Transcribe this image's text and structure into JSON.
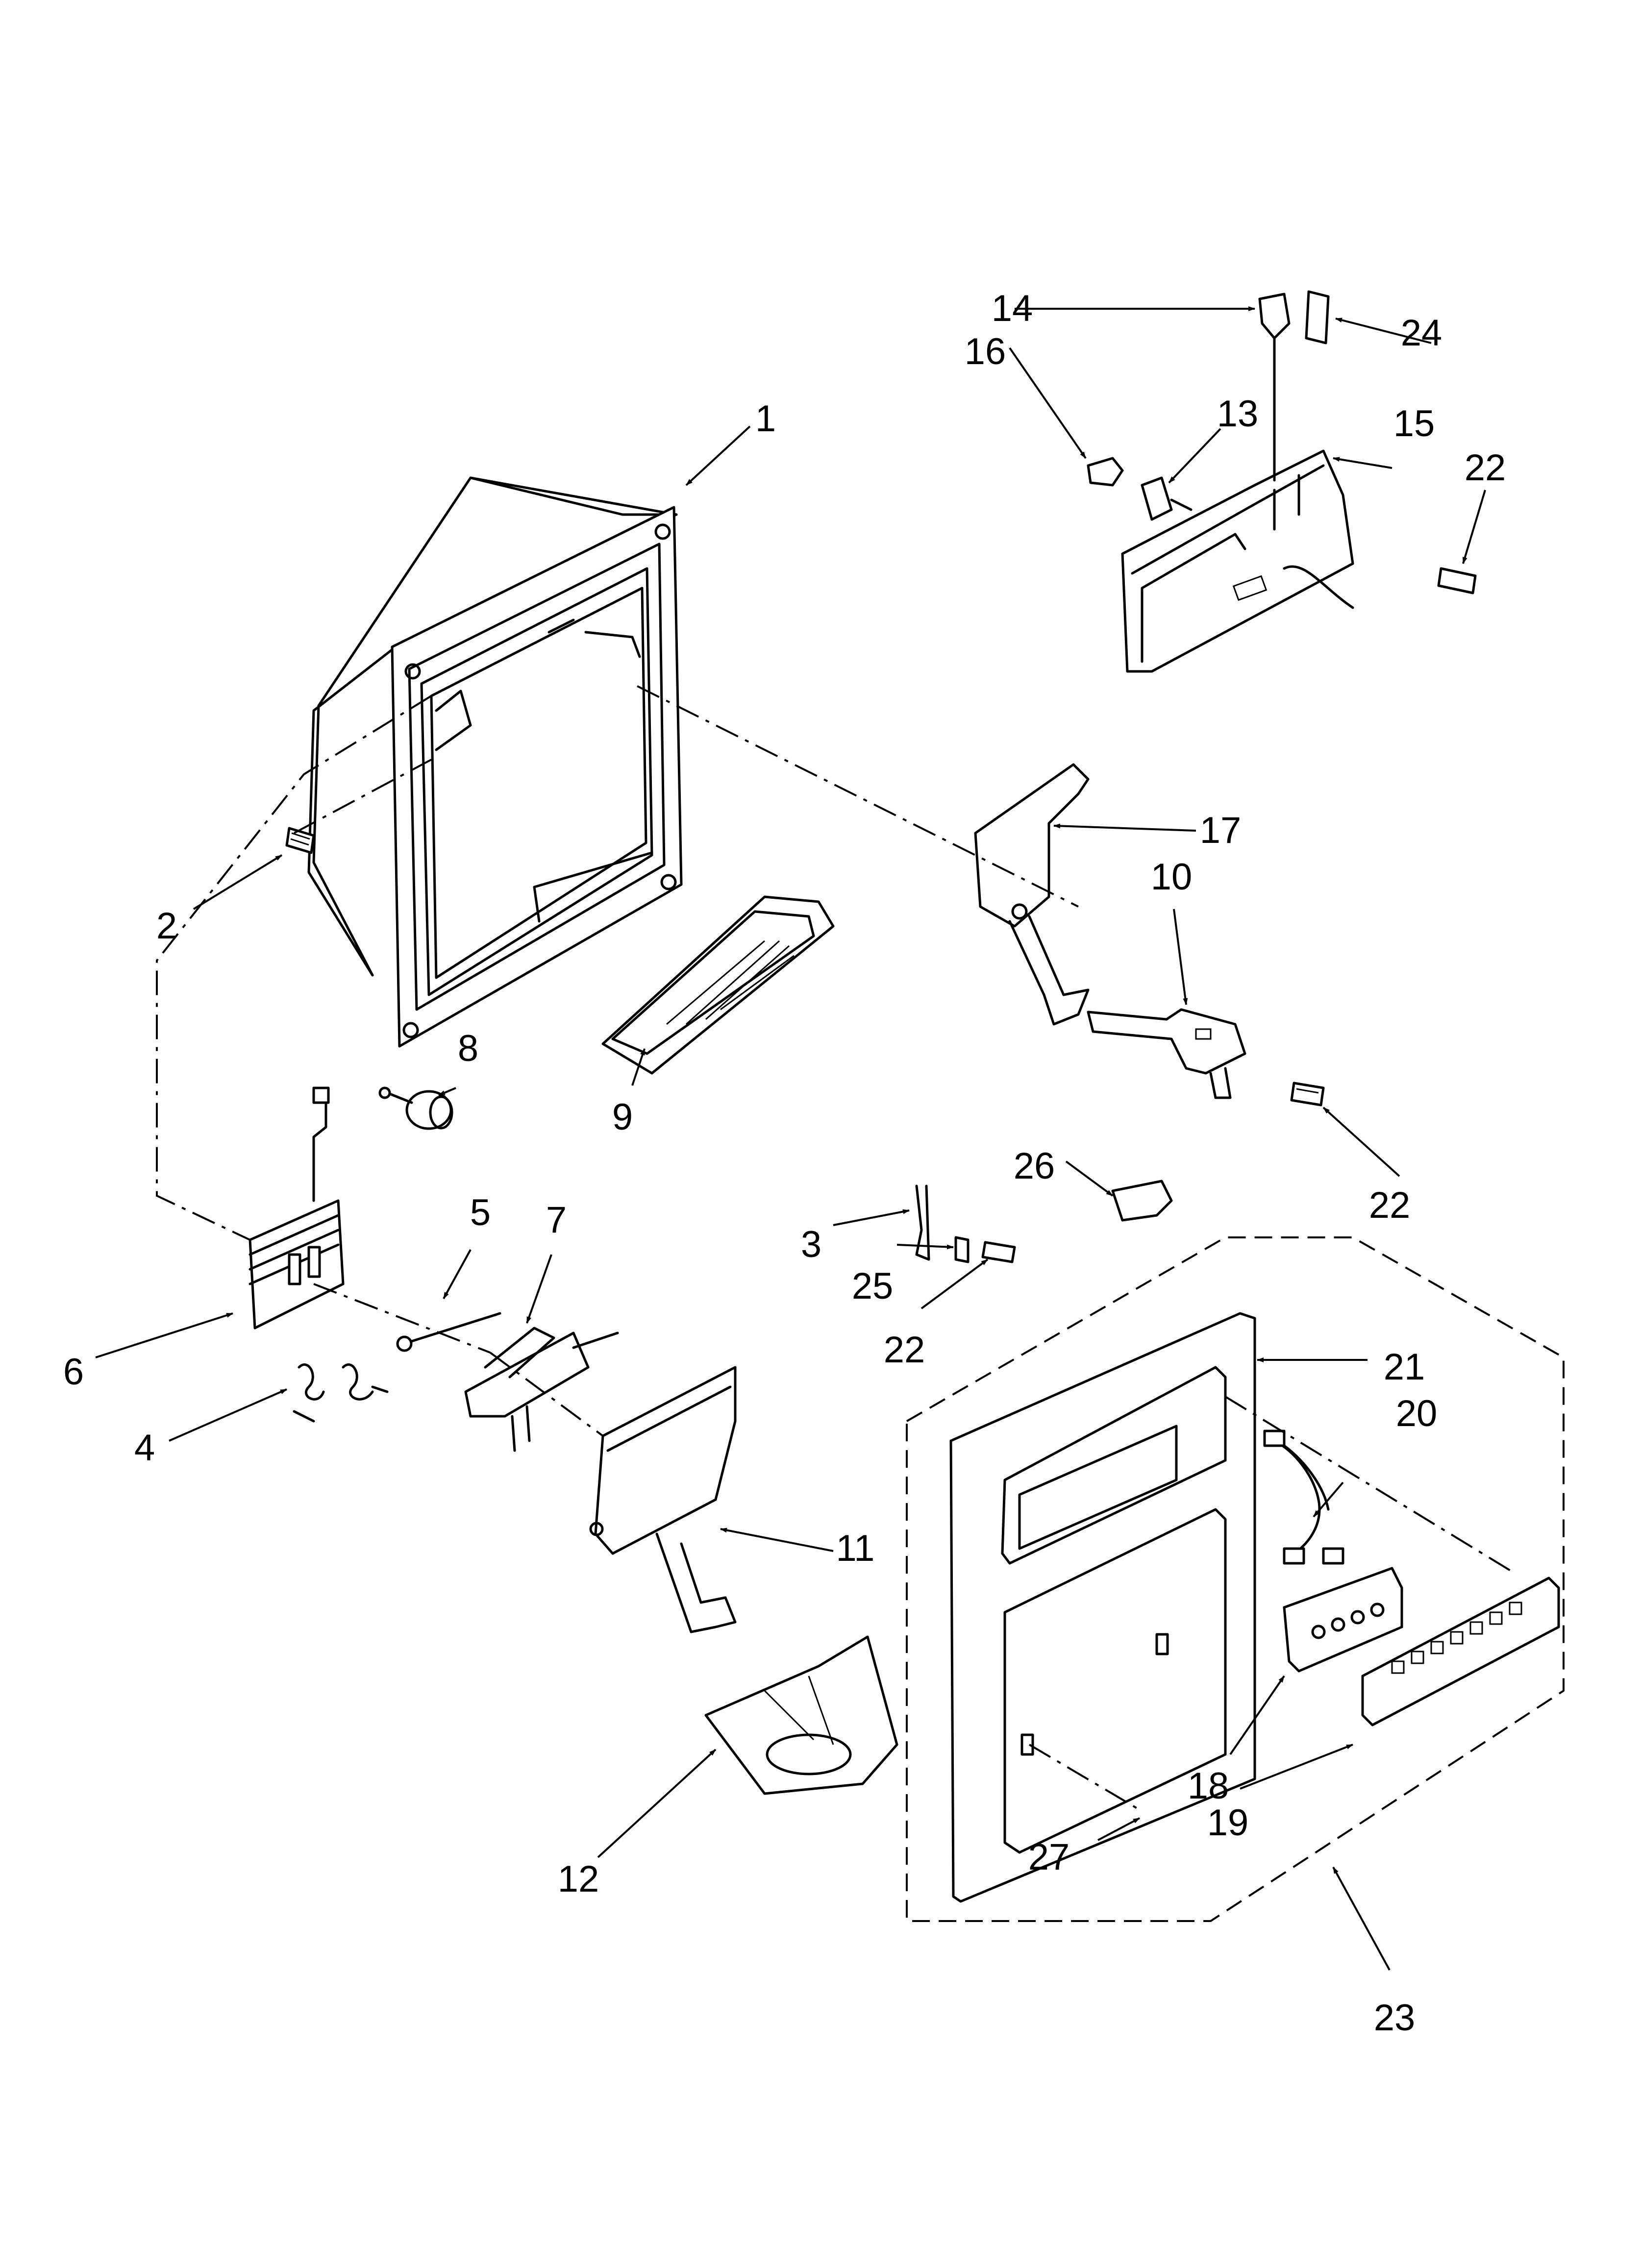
{
  "diagram": {
    "callouts": [
      {
        "id": "c1",
        "text": "1"
      },
      {
        "id": "c2",
        "text": "2"
      },
      {
        "id": "c3",
        "text": "3"
      },
      {
        "id": "c4",
        "text": "4"
      },
      {
        "id": "c5",
        "text": "5"
      },
      {
        "id": "c6",
        "text": "6"
      },
      {
        "id": "c7",
        "text": "7"
      },
      {
        "id": "c8",
        "text": "8"
      },
      {
        "id": "c9",
        "text": "9"
      },
      {
        "id": "c10",
        "text": "10"
      },
      {
        "id": "c11",
        "text": "11"
      },
      {
        "id": "c12",
        "text": "12"
      },
      {
        "id": "c13",
        "text": "13"
      },
      {
        "id": "c14",
        "text": "14"
      },
      {
        "id": "c15",
        "text": "15"
      },
      {
        "id": "c16",
        "text": "16"
      },
      {
        "id": "c17",
        "text": "17"
      },
      {
        "id": "c18",
        "text": "18"
      },
      {
        "id": "c19",
        "text": "19"
      },
      {
        "id": "c20",
        "text": "20"
      },
      {
        "id": "c21",
        "text": "21"
      },
      {
        "id": "c22a",
        "text": "22"
      },
      {
        "id": "c22b",
        "text": "22"
      },
      {
        "id": "c22c",
        "text": "22"
      },
      {
        "id": "c23",
        "text": "23"
      },
      {
        "id": "c24",
        "text": "24"
      },
      {
        "id": "c25",
        "text": "25"
      },
      {
        "id": "c26",
        "text": "26"
      },
      {
        "id": "c27",
        "text": "27"
      }
    ]
  }
}
